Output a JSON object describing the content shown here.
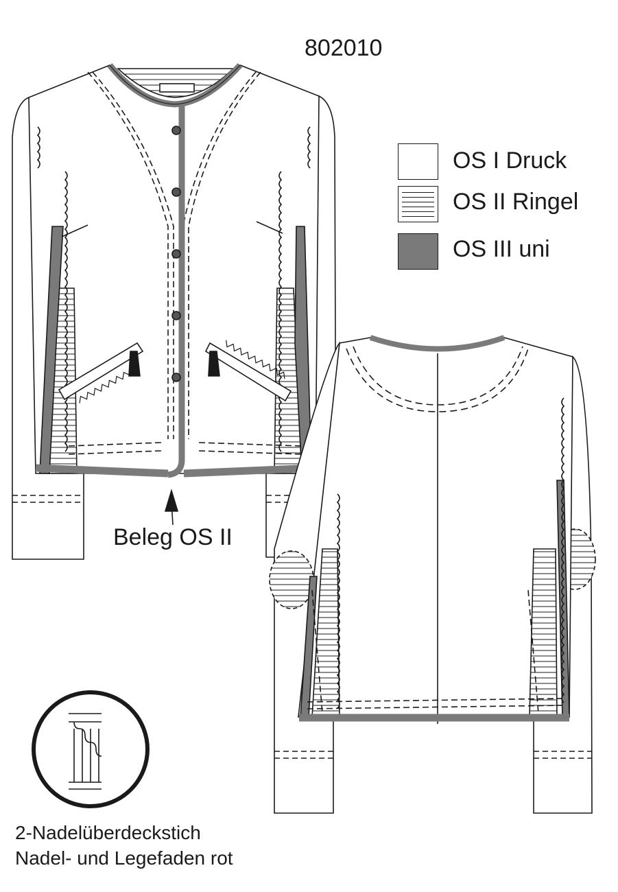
{
  "article_number": "802010",
  "legend": [
    {
      "label": "OS I Druck",
      "fill": "#ffffff",
      "pattern": "plain"
    },
    {
      "label": "OS II Ringel",
      "fill": "#ffffff",
      "pattern": "stripes"
    },
    {
      "label": "OS III uni",
      "fill": "#7a7a7a",
      "pattern": "solid"
    }
  ],
  "callout": "Beleg OS II",
  "stitch_note": {
    "line1": "2-Nadelüberdeckstich",
    "line2": "Nadel- und Legefaden rot"
  },
  "colors": {
    "line": "#1a1a1a",
    "trim_gray": "#7a7a7a",
    "background": "#ffffff"
  }
}
